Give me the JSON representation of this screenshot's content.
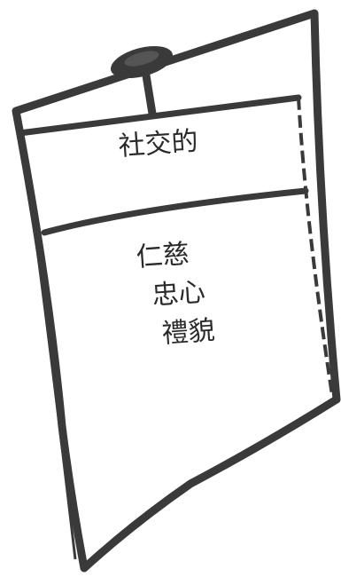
{
  "card": {
    "header": "社交的",
    "items": [
      "仁慈",
      "忠心",
      "禮貌"
    ]
  },
  "colors": {
    "outline": "#3a3a3a",
    "fill": "#ffffff",
    "text": "#2a2a2a"
  },
  "icons": [
    "pushpin-icon"
  ]
}
